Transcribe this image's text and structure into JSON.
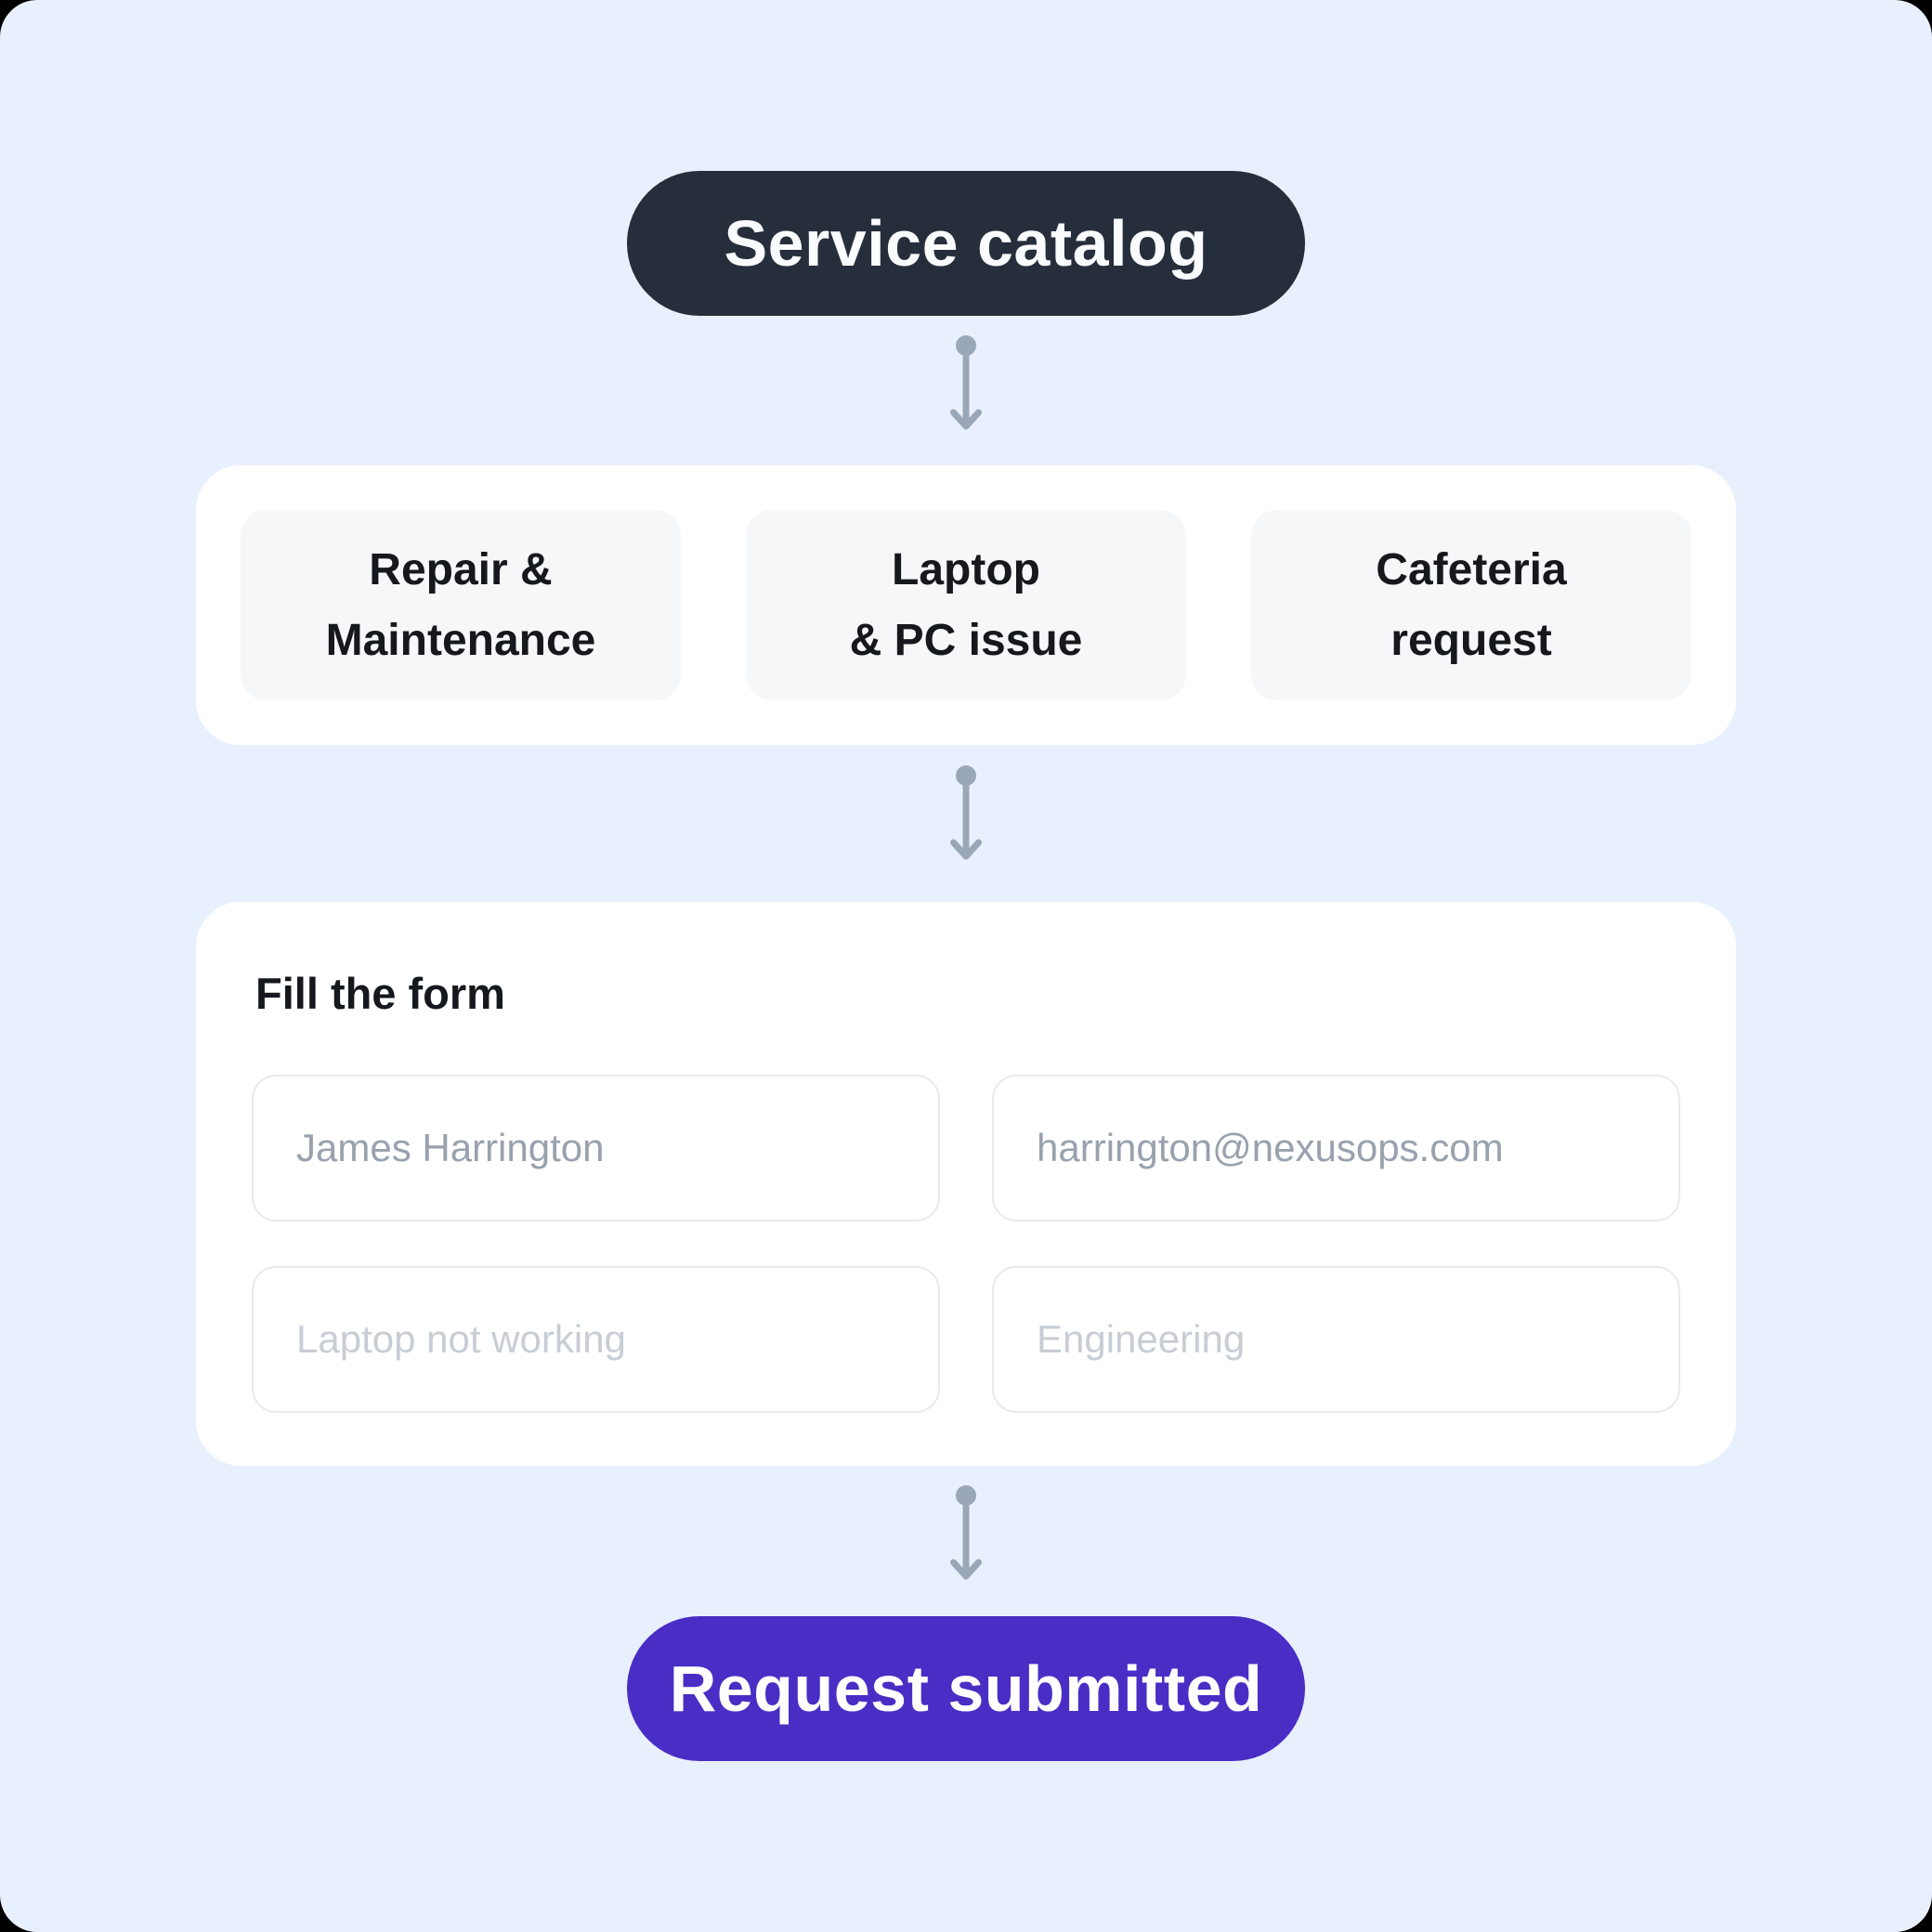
{
  "colors": {
    "background": "#E9F0FD",
    "start_pill_bg": "#262E3C",
    "end_pill_bg": "#4A2DC5",
    "panel_bg": "#FFFFFF",
    "option_card_bg": "#F6F7F9",
    "arrow": "#9AA7B9",
    "input_border": "#E8EAED",
    "placeholder_primary": "#99A1AE",
    "placeholder_muted": "#C8CDD5"
  },
  "flow": {
    "start": {
      "label": "Service catalog"
    },
    "catalog": {
      "options": [
        {
          "line1": "Repair &",
          "line2": "Maintenance"
        },
        {
          "line1": "Laptop",
          "line2": "& PC issue"
        },
        {
          "line1": "Cafeteria",
          "line2": "request"
        }
      ]
    },
    "form": {
      "title": "Fill the form",
      "fields": [
        {
          "placeholder": "James Harrington"
        },
        {
          "placeholder": "harrington@nexusops.com"
        },
        {
          "placeholder": "Laptop not working"
        },
        {
          "placeholder": "Engineering"
        }
      ]
    },
    "end": {
      "label": "Request submitted"
    }
  }
}
